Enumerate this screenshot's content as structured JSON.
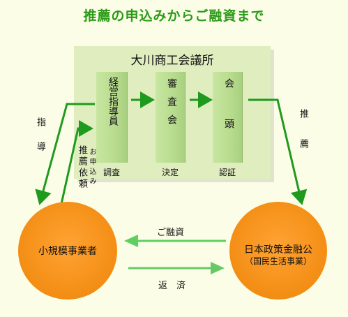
{
  "title": "推薦の申込みからご融資まで",
  "chamber": {
    "name": "大川商工会議所",
    "steps": [
      {
        "box": "経営指導員",
        "caption": "調査"
      },
      {
        "box": "審査会",
        "caption": "決定"
      },
      {
        "box": "会頭",
        "caption": "認証"
      }
    ]
  },
  "left_flow": {
    "guidance": "指導",
    "request": "推薦依頼",
    "request_small": "お申込み"
  },
  "right_flow": {
    "recommend": "推薦"
  },
  "parties": {
    "business": "小規模事業者",
    "bank_line1": "日本政策金融公",
    "bank_line2": "（国民生活事業）"
  },
  "money": {
    "loan": "ご融資",
    "repay": "返　済"
  },
  "colors": {
    "title": "#2b9a18",
    "arrow_dark": "#1f9a1f",
    "arrow_light": "#5fd05f",
    "circle": "#f28c12",
    "chamber": "#dfedbf"
  }
}
